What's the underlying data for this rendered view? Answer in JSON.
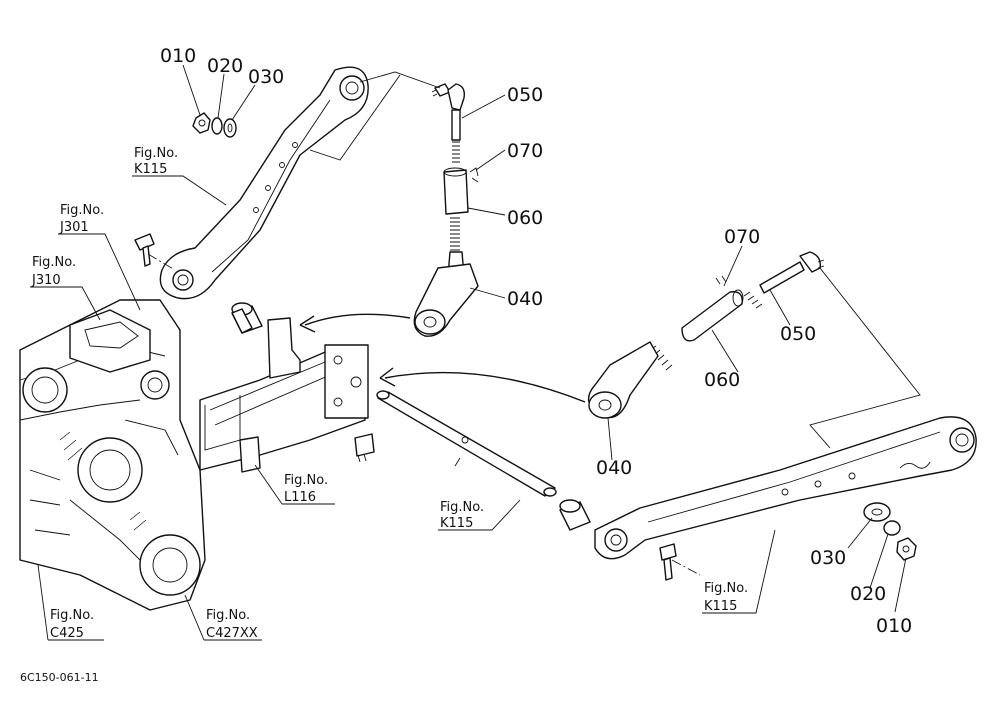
{
  "callouts": {
    "left_nut": "010",
    "left_washer_2": "020",
    "left_washer_1": "030",
    "left_rod": "050",
    "left_pin": "070",
    "left_turnbuckle": "060",
    "left_clevis": "040",
    "right_pin": "070",
    "right_rod": "050",
    "right_turnbuckle": "060",
    "right_clevis": "040",
    "right_washer_1": "030",
    "right_washer_2": "020",
    "right_nut": "010"
  },
  "references": {
    "fig_prefix": "Fig.No.",
    "upper_arm": "K115",
    "engine_upper": "J301",
    "engine_lower": "J310",
    "bracket": "L116",
    "cross_shaft": "K115",
    "lower_arm": "K115",
    "housing_left": "C425",
    "housing_right": "C427XX"
  },
  "drawing_code": "6C150-061-11"
}
